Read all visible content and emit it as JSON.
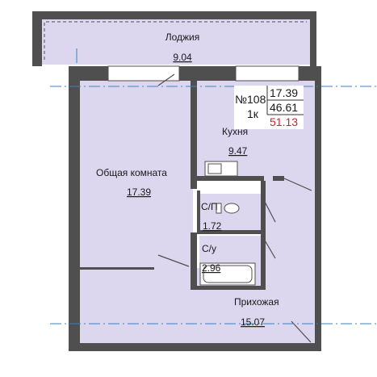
{
  "colors": {
    "fill": "#dcd6ee",
    "wall": "#4f4f4f",
    "red": "#c9252c"
  },
  "rooms": {
    "loggia": {
      "name": "Лоджия",
      "area": "9.04"
    },
    "living": {
      "name": "Общая комната",
      "area": "17.39"
    },
    "kitchen": {
      "name": "Кухня",
      "area": "9.47"
    },
    "wc": {
      "name": "С/П",
      "area": "1.72"
    },
    "bath": {
      "name": "С/у",
      "area": "2.96"
    },
    "hall": {
      "name": "Прихожая",
      "area": "15.07"
    }
  },
  "info": {
    "number": "№108",
    "type": "1к",
    "living_area": "17.39",
    "total_area": "46.61",
    "total_with_loggia": "51.13"
  }
}
